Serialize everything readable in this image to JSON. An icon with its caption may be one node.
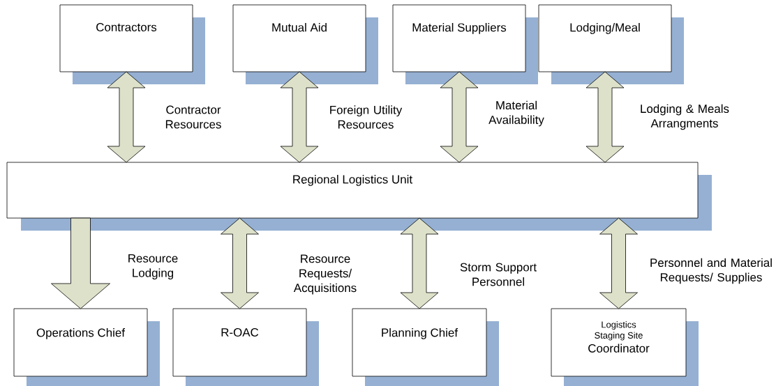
{
  "diagram": {
    "nodes": [
      {
        "text": [
          "Contractors"
        ]
      },
      {
        "text": [
          "Mutual Aid"
        ]
      },
      {
        "text": [
          "Material Suppliers"
        ]
      },
      {
        "text": [
          "Lodging/Meal"
        ]
      },
      {
        "text": [
          "Regional Logistics Unit"
        ]
      },
      {
        "text": [
          "Operations Chief"
        ]
      },
      {
        "text": [
          "R-OAC"
        ]
      },
      {
        "text": [
          "Planning Chief"
        ]
      },
      {
        "text": [
          "Logistics Staging Site",
          "Coordinator"
        ]
      }
    ],
    "edges": [
      {
        "from": 0,
        "to": 4,
        "arrow": "both",
        "label": "Contractor Resources"
      },
      {
        "from": 1,
        "to": 4,
        "arrow": "both",
        "label": "Foreign Utility Resources"
      },
      {
        "from": 2,
        "to": 4,
        "arrow": "both",
        "label": "Material Availability"
      },
      {
        "from": 3,
        "to": 4,
        "arrow": "both",
        "label": "Lodging & Meals Arrangments"
      },
      {
        "from": 4,
        "to": 5,
        "arrow": "to",
        "label": "Resource Lodging",
        "style": "thick"
      },
      {
        "from": 4,
        "to": 6,
        "arrow": "both",
        "label": "Resource Requests/ Acquisitions"
      },
      {
        "from": 4,
        "to": 7,
        "arrow": "both",
        "label": "Storm Support Personnel"
      },
      {
        "from": 4,
        "to": 8,
        "arrow": "both",
        "label": "Personnel and Material Requests/ Supplies"
      }
    ]
  }
}
